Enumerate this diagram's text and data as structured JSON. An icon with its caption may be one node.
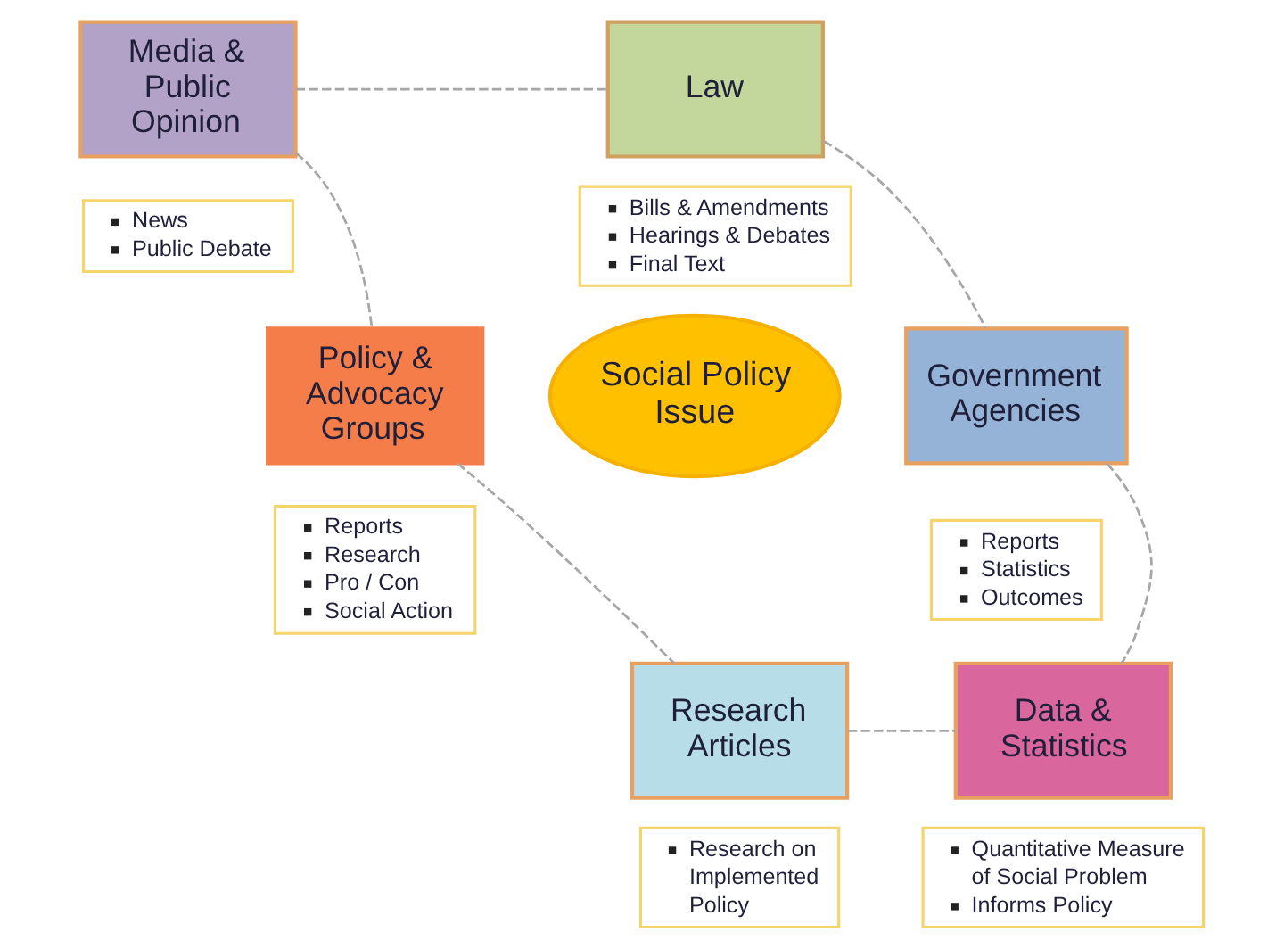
{
  "diagram": {
    "nodes": [
      {
        "text": [
          "Media & Public Opinion"
        ]
      },
      {
        "text": [
          "News",
          "Public Debate"
        ]
      },
      {
        "text": [
          "Law"
        ]
      },
      {
        "text": [
          "Bills & Amendments",
          "Hearings & Debates",
          "Final Text"
        ]
      },
      {
        "text": [
          "Policy & Advocacy Groups"
        ]
      },
      {
        "text": [
          "Reports",
          "Research",
          "Pro / Con",
          "Social Action"
        ]
      },
      {
        "text": [
          "Social Policy Issue"
        ]
      },
      {
        "text": [
          "Government Agencies"
        ]
      },
      {
        "text": [
          "Reports",
          "Statistics",
          "Outcomes"
        ]
      },
      {
        "text": [
          "Research Articles"
        ]
      },
      {
        "text": [
          "Research on Implemented Policy"
        ]
      },
      {
        "text": [
          "Data & Statistics"
        ]
      },
      {
        "text": [
          "Quantitative Measure of Social Problem",
          "Informs Policy"
        ]
      }
    ],
    "edges": [
      {
        "from": 0,
        "to": 2,
        "arrow": "none",
        "style": "dashed"
      },
      {
        "from": 2,
        "to": 7,
        "arrow": "none",
        "style": "dashed"
      },
      {
        "from": 7,
        "to": 11,
        "arrow": "none",
        "style": "dashed"
      },
      {
        "from": 0,
        "to": 4,
        "arrow": "none",
        "style": "dashed"
      },
      {
        "from": 4,
        "to": 9,
        "arrow": "none",
        "style": "dashed"
      },
      {
        "from": 9,
        "to": 11,
        "arrow": "none",
        "style": "dashed"
      }
    ]
  }
}
